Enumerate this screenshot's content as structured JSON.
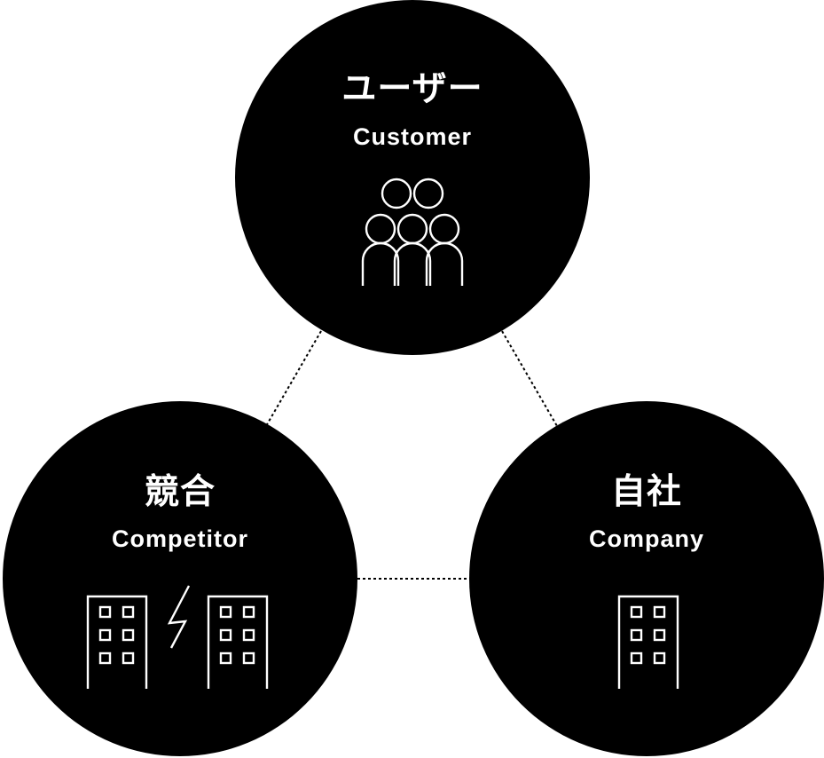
{
  "diagram": {
    "nodes": [
      {
        "id": "customer",
        "title_jp": "ユーザー",
        "title_en": "Customer",
        "icon": "people-group-icon"
      },
      {
        "id": "competitor",
        "title_jp": "競合",
        "title_en": "Competitor",
        "icon": "buildings-conflict-icon"
      },
      {
        "id": "company",
        "title_jp": "自社",
        "title_en": "Company",
        "icon": "building-icon"
      }
    ],
    "edges": [
      {
        "from": "customer",
        "to": "competitor",
        "style": "dotted"
      },
      {
        "from": "customer",
        "to": "company",
        "style": "dotted"
      },
      {
        "from": "competitor",
        "to": "company",
        "style": "dotted"
      }
    ],
    "colors": {
      "circle": "#000000",
      "text": "#ffffff",
      "background": "#ffffff",
      "connector": "#000000"
    }
  }
}
